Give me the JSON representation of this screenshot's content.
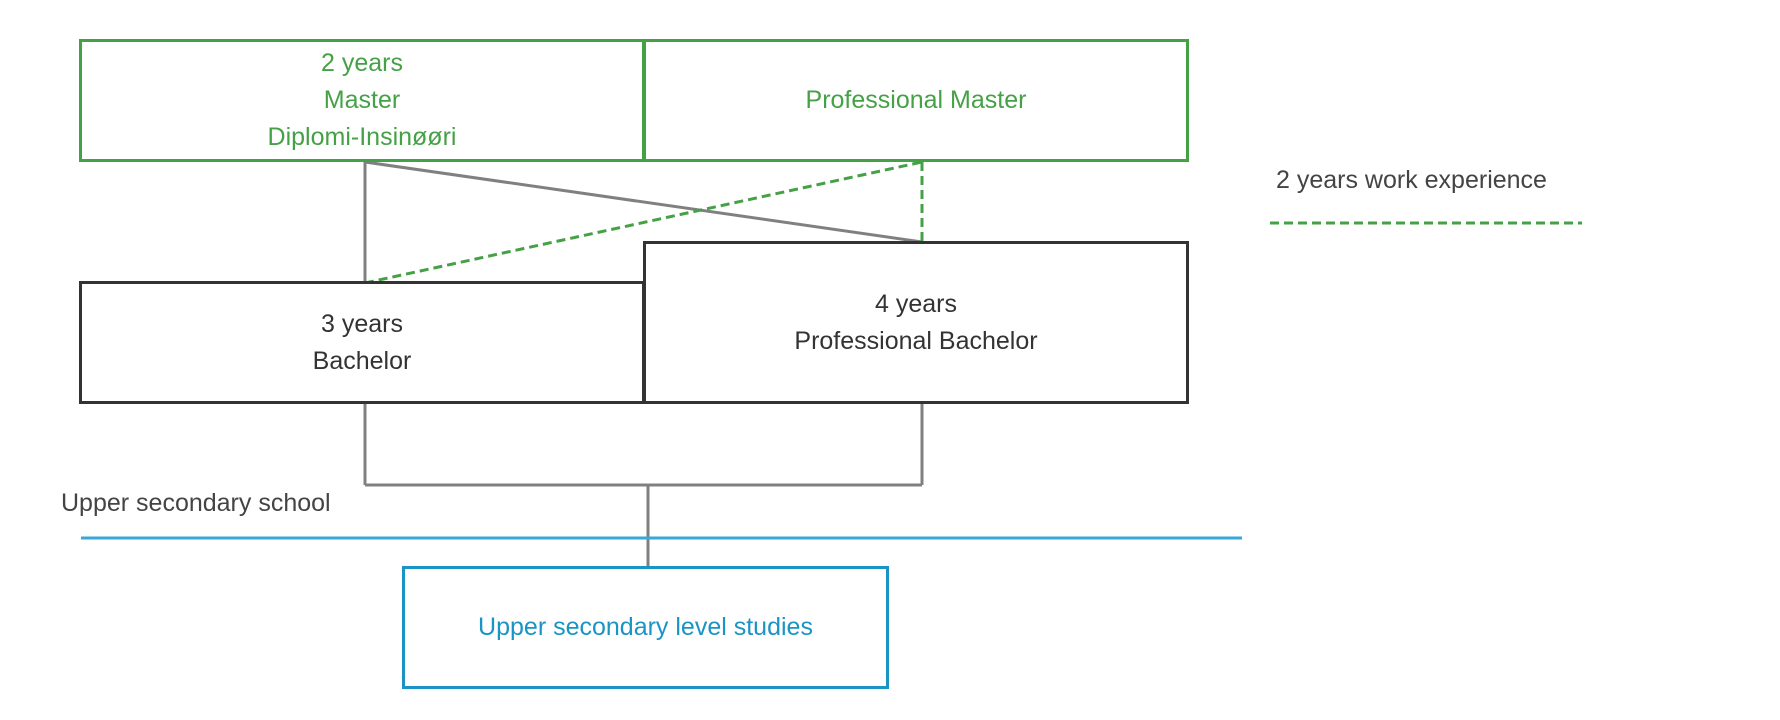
{
  "diagram": {
    "boxes": {
      "master": {
        "line1": "2 years",
        "line2": "Master",
        "line3": "Diplomi-Insinøøri"
      },
      "professional_master": {
        "label": "Professional Master"
      },
      "bachelor": {
        "line1": "3 years",
        "line2": "Bachelor"
      },
      "professional_bachelor": {
        "line1": "4 years",
        "line2": "Professional Bachelor"
      },
      "upper_secondary_studies": {
        "label": "Upper secondary level studies"
      }
    },
    "labels": {
      "upper_secondary_school": "Upper secondary school"
    },
    "legend": {
      "label": "2 years work experience"
    },
    "colors": {
      "green": "#45a145",
      "black": "#333333",
      "gray": "#808080",
      "blue": "#1a94c4"
    }
  }
}
